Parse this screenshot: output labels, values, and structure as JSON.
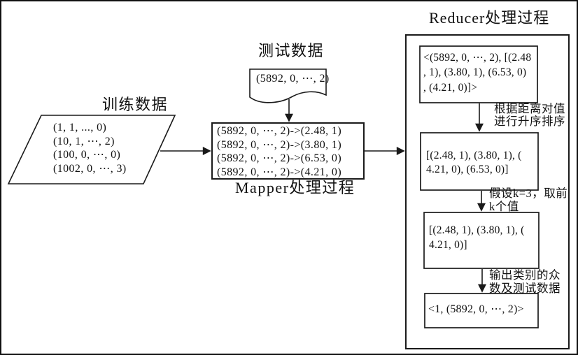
{
  "colors": {
    "stroke": "#1a1a1a",
    "background": "#ffffff"
  },
  "training": {
    "title": "训练数据",
    "rows": [
      "(1, 1, ..., 0)",
      "(10, 1, ⋯, 2)",
      "(100, 0, ⋯, 0)",
      "(1002, 0, ⋯, 3)"
    ]
  },
  "test": {
    "title": "测试数据",
    "value": "(5892, 0, ⋯, 2)"
  },
  "mapper": {
    "title": "Mapper处理过程",
    "rows": [
      "(5892, 0, ⋯, 2)->(2.48, 1)",
      "(5892, 0, ⋯, 2)->(3.80, 1)",
      "(5892, 0, ⋯, 2)->(6.53, 0)",
      "(5892, 0, ⋯, 2)->(4.21, 0)"
    ]
  },
  "reducer": {
    "title": "Reducer处理过程",
    "input_box": {
      "lines": [
        "<(5892, 0, ⋯, 2), [(2.48",
        ", 1), (3.80, 1), (6.53, 0)",
        ", (4.21, 0)]>"
      ]
    },
    "sort_label": {
      "lines": [
        "根据距离对值",
        "进行升序排序"
      ]
    },
    "sorted_box": {
      "lines": [
        "[(2.48, 1), (3.80, 1), (",
        "4.21, 0), (6.53, 0)]"
      ]
    },
    "topk_label": {
      "lines": [
        "假设k=3，取前",
        "k个值"
      ]
    },
    "topk_box": {
      "lines": [
        "[(2.48, 1), (3.80, 1), (",
        "4.21, 0)]"
      ]
    },
    "output_label": {
      "lines": [
        "输出类别的众",
        "数及测试数据"
      ]
    },
    "output_box": {
      "lines": [
        "<1, (5892, 0, ⋯, 2)>"
      ]
    }
  }
}
